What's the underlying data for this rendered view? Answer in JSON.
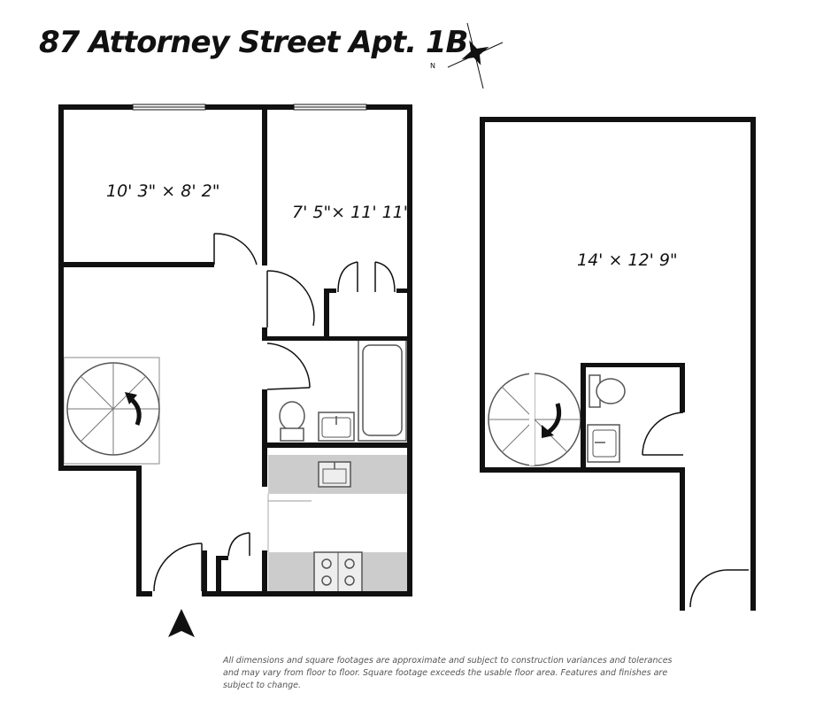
{
  "title": "87 Attorney Street Apt. 1B",
  "compass": {
    "label": "N",
    "icon": "compass-rose-icon"
  },
  "rooms": {
    "bedroom_1": "10' 3\" × 8' 2\"",
    "bedroom_2": "7' 5\"× 11' 11\"",
    "upper_room": "14' × 12' 9\""
  },
  "entry_icon": "entry-arrow-icon",
  "disclaimer": "All dimensions and square footages are approximate and subject to construction variances and tolerances and may vary from floor to floor. Square footage exceeds the usable floor area.  Features and finishes are subject to change.",
  "colors": {
    "wall": "#111111",
    "counter": "#cccccc",
    "fixture": "#555555"
  }
}
